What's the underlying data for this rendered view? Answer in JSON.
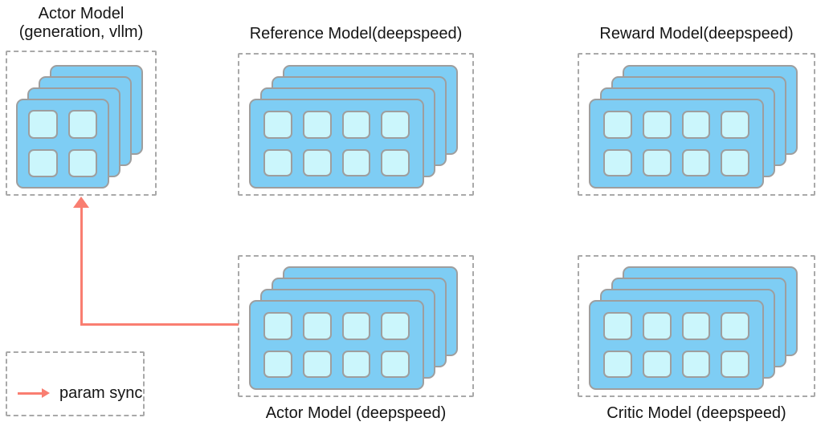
{
  "colors": {
    "card_blue": "#7ECDF4",
    "cell_cyan": "#CBF6FC",
    "card_border": "#9E9E9E",
    "box_border": "#A9A9A9",
    "arrow_salmon": "#F97E71",
    "text": "#141414"
  },
  "panels": {
    "actor_vllm": {
      "title_line1": "Actor Model",
      "title_line2": "(generation, vllm)",
      "gpus": {
        "layers": 4,
        "rows": 2,
        "cols": 2
      }
    },
    "reference": {
      "title": "Reference Model(deepspeed)",
      "gpus": {
        "layers": 4,
        "rows": 2,
        "cols": 4
      }
    },
    "reward": {
      "title": "Reward Model(deepspeed)",
      "gpus": {
        "layers": 4,
        "rows": 2,
        "cols": 4
      }
    },
    "actor_ds": {
      "title": "Actor Model (deepspeed)",
      "gpus": {
        "layers": 4,
        "rows": 2,
        "cols": 4
      }
    },
    "critic": {
      "title": "Critic Model (deepspeed)",
      "gpus": {
        "layers": 4,
        "rows": 2,
        "cols": 4
      }
    }
  },
  "arrow": {
    "label": "param sync",
    "from": "Actor Model (deepspeed)",
    "to": "Actor Model (generation, vllm)"
  },
  "legend": {
    "label": "param sync"
  }
}
